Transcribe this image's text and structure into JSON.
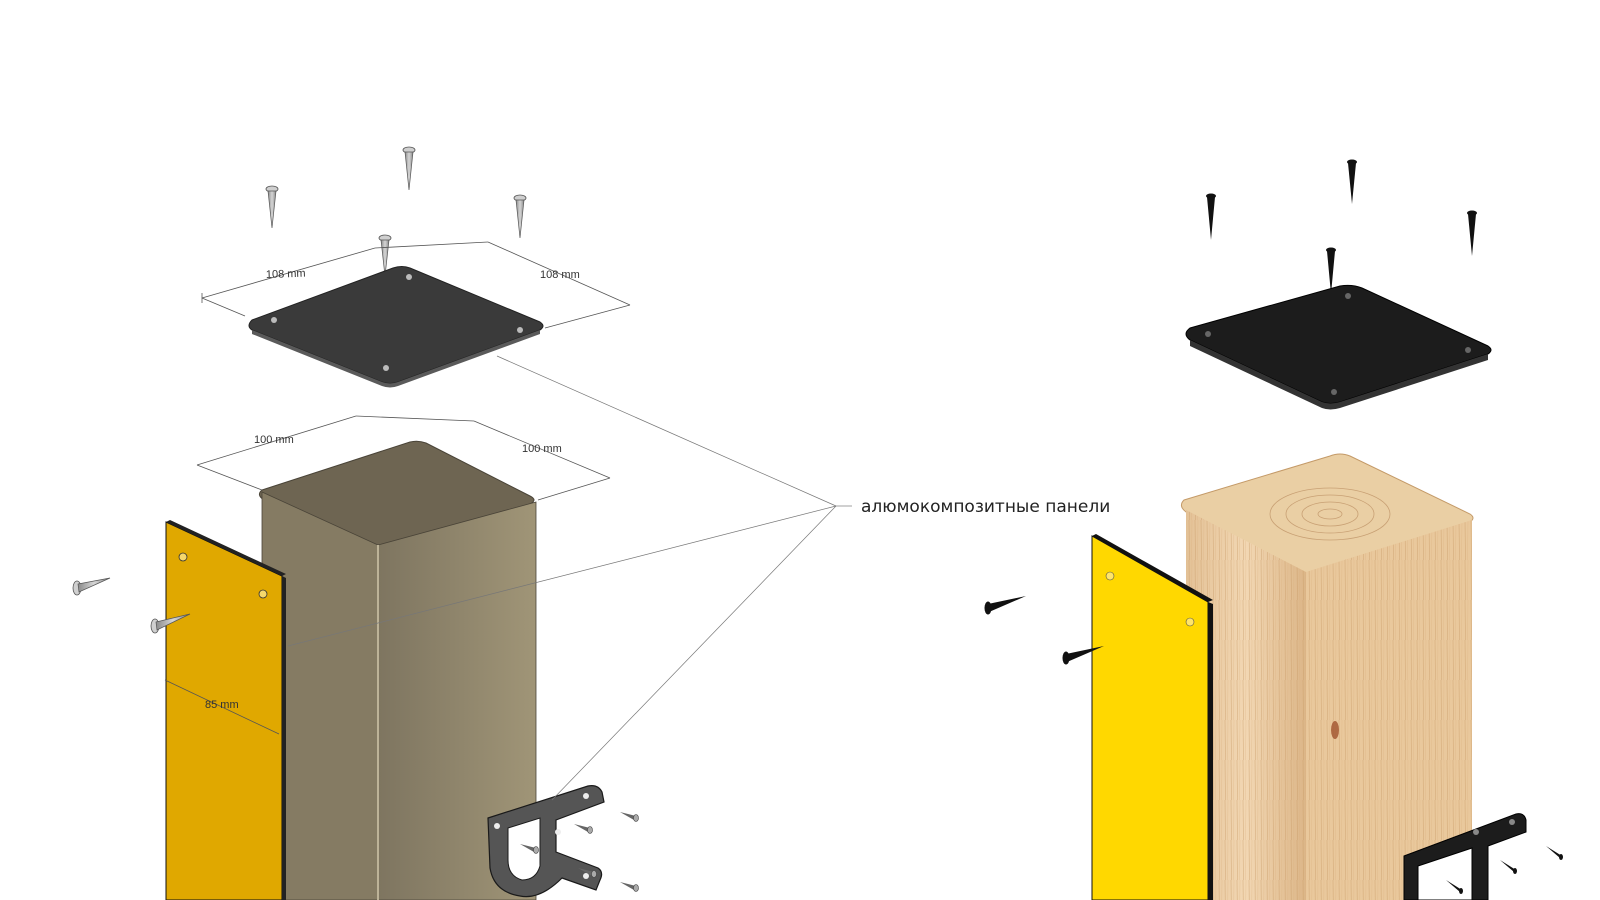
{
  "callout": {
    "label": "алюмокомпозитные панели"
  },
  "dimensions": {
    "plate_width_left": "108 mm",
    "plate_width_right": "108 mm",
    "post_width_left": "100 mm",
    "post_width_right": "100 mm",
    "panel_width": "85 mm"
  },
  "colors": {
    "post_metal": "#9b9074",
    "post_top": "#6f6654",
    "plate_dark": "#333333",
    "panel_left": "#e0a800",
    "panel_right": "#ffd800",
    "wood": "#e6c395"
  },
  "parts": {
    "left_assembly": [
      "cap-plate",
      "nails",
      "post",
      "facade-panel",
      "bracket"
    ],
    "right_assembly": [
      "cap-plate",
      "nails",
      "wooden-post",
      "facade-panel",
      "bracket"
    ]
  }
}
